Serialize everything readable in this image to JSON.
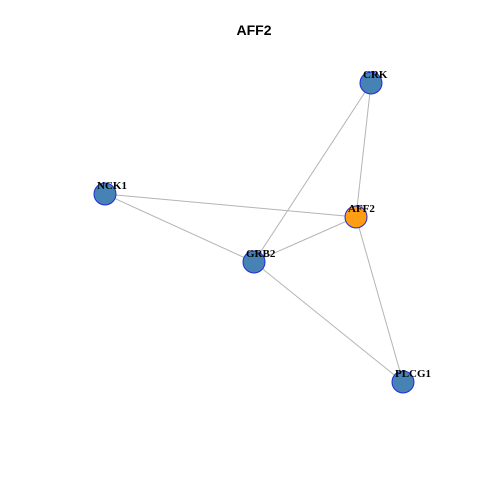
{
  "title": "AFF2",
  "colors": {
    "highlight_node": "#ff9d14",
    "default_node": "#4682b4",
    "node_border": "#1f2bd6",
    "edge": "#b4b4b4"
  },
  "nodes": [
    {
      "id": "AFF2",
      "label": "AFF2",
      "highlight": true
    },
    {
      "id": "CRK",
      "label": "CRK",
      "highlight": false
    },
    {
      "id": "NCK1",
      "label": "NCK1",
      "highlight": false
    },
    {
      "id": "GRB2",
      "label": "GRB2",
      "highlight": false
    },
    {
      "id": "PLCG1",
      "label": "PLCG1",
      "highlight": false
    }
  ],
  "edges": [
    [
      "CRK",
      "AFF2"
    ],
    [
      "CRK",
      "GRB2"
    ],
    [
      "NCK1",
      "AFF2"
    ],
    [
      "NCK1",
      "GRB2"
    ],
    [
      "GRB2",
      "AFF2"
    ],
    [
      "AFF2",
      "PLCG1"
    ],
    [
      "GRB2",
      "PLCG1"
    ]
  ]
}
